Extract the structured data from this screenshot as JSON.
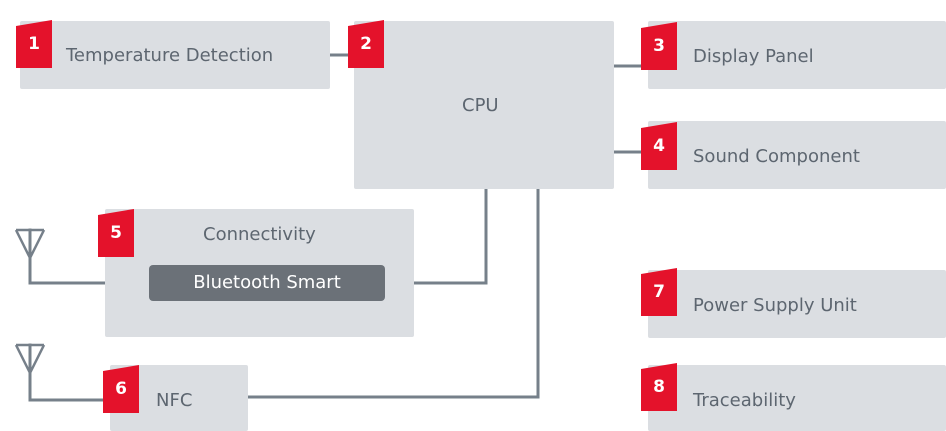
{
  "colors": {
    "box": "#dbdee2",
    "text": "#5d6670",
    "badge": "#e4122b",
    "wire": "#76808a",
    "pill": "#6b7178"
  },
  "nodes": [
    {
      "number": "1",
      "label": "Temperature Detection"
    },
    {
      "number": "2",
      "label": "CPU"
    },
    {
      "number": "3",
      "label": "Display Panel"
    },
    {
      "number": "4",
      "label": "Sound Component"
    },
    {
      "number": "5",
      "label": "Connectivity",
      "sub_label": "Bluetooth Smart"
    },
    {
      "number": "6",
      "label": "NFC"
    },
    {
      "number": "7",
      "label": "Power Supply Unit"
    },
    {
      "number": "8",
      "label": "Traceability"
    }
  ]
}
